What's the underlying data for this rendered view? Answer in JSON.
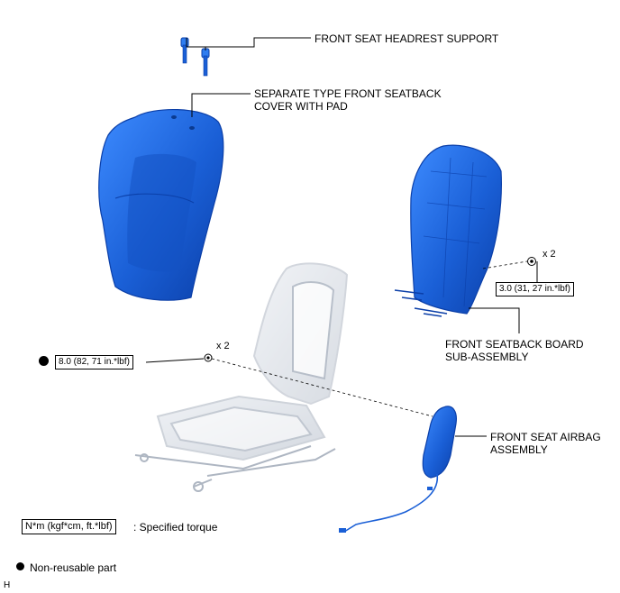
{
  "labels": {
    "headrest_support": "FRONT SEAT HEADREST SUPPORT",
    "seatback_cover_l1": "SEPARATE TYPE FRONT SEATBACK",
    "seatback_cover_l2": "COVER WITH PAD",
    "seatback_board_l1": "FRONT SEATBACK BOARD",
    "seatback_board_l2": "SUB-ASSEMBLY",
    "airbag_l1": "FRONT SEAT AIRBAG",
    "airbag_l2": "ASSEMBLY"
  },
  "torque": {
    "board_screws_qty": "x 2",
    "board_screws_value": "3.0 (31, 27 in.*lbf)",
    "airbag_nuts_qty": "x 2",
    "airbag_nuts_value": "8.0 (82, 71 in.*lbf)"
  },
  "legend": {
    "torque_unit": "N*m (kgf*cm, ft.*lbf)",
    "torque_desc": ": Specified torque",
    "non_reusable": "Non-reusable part"
  },
  "corner_code": "H",
  "colors": {
    "part_blue": "#1a5fd6",
    "part_blue_dark": "#0b3fa8",
    "frame_gray": "#c8ced6",
    "line": "#000000"
  }
}
